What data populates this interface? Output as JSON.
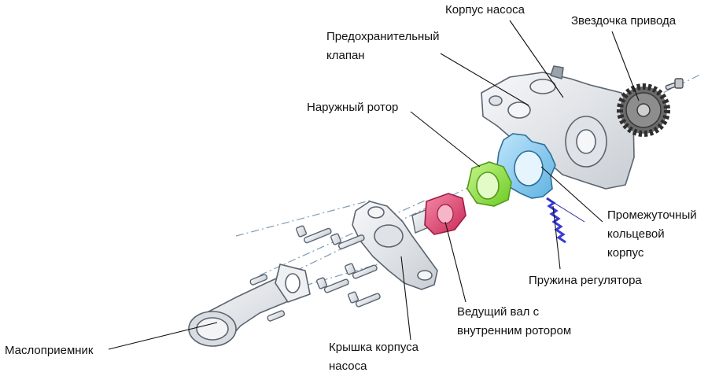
{
  "labels": {
    "pump_housing": "Корпус насоса",
    "drive_sprocket": "Звездочка привода",
    "relief_valve": "Предохранительный\nклапан",
    "outer_rotor": "Наружный ротор",
    "intermediate_ring": "Промежуточный\nкольцевой\nкорпус",
    "regulator_spring": "Пружина регулятора",
    "drive_shaft": "Ведущий вал с\nвнутренним ротором",
    "housing_cover": "Крышка корпуса\nнасоса",
    "oil_pickup": "Маслоприемник"
  },
  "colors": {
    "part_outline": "#5a6570",
    "metal_fill": "#e6e9ec",
    "outer_rotor": "#8ee03a",
    "intermediate_ring": "#7cc7ee",
    "inner_rotor": "#e0406f",
    "spring": "#3a3ad8",
    "axis_line": "#7e9bb8",
    "leader_line": "#111111"
  }
}
